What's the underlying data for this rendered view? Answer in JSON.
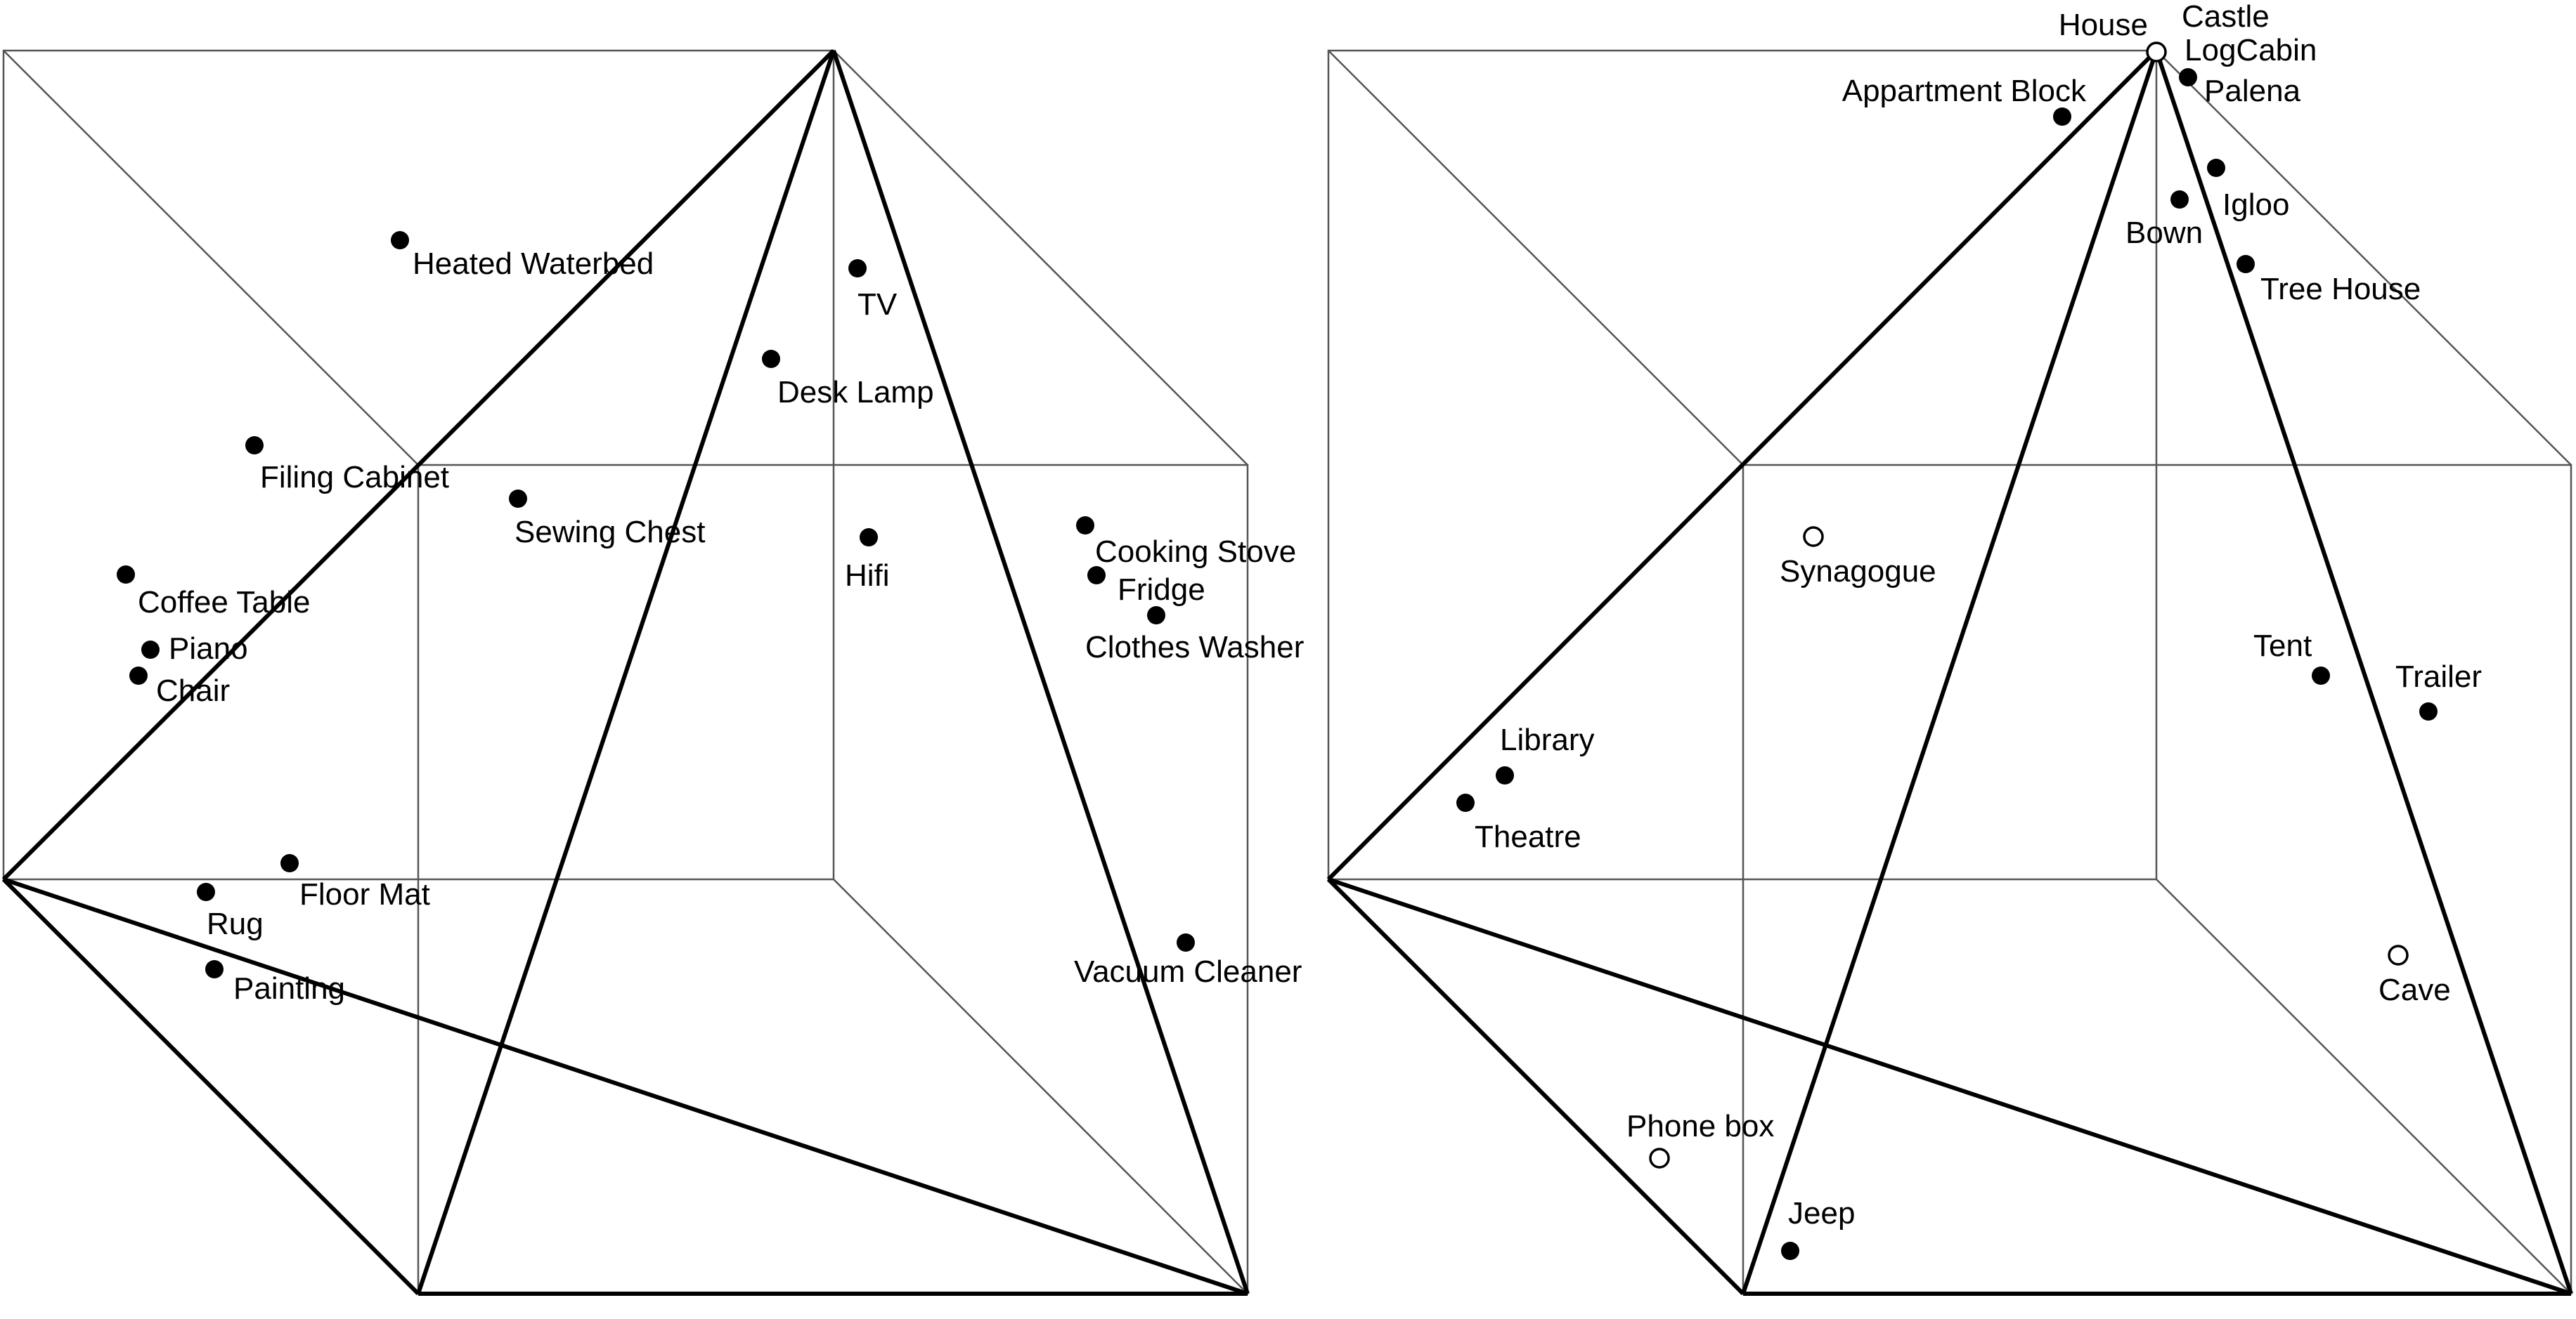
{
  "panels": [
    {
      "id": "left",
      "points": [
        {
          "label": "Heated Waterbed",
          "marker": "filled"
        },
        {
          "label": "TV",
          "marker": "filled"
        },
        {
          "label": "Desk Lamp",
          "marker": "filled"
        },
        {
          "label": "Filing Cabinet",
          "marker": "filled"
        },
        {
          "label": "Sewing Chest",
          "marker": "filled"
        },
        {
          "label": "Hifi",
          "marker": "filled"
        },
        {
          "label": "Cooking Stove",
          "marker": "filled"
        },
        {
          "label": "Fridge",
          "marker": "filled"
        },
        {
          "label": "Clothes Washer",
          "marker": "filled"
        },
        {
          "label": "Coffee Table",
          "marker": "filled"
        },
        {
          "label": "Piano",
          "marker": "filled"
        },
        {
          "label": "Chair",
          "marker": "filled"
        },
        {
          "label": "Floor Mat",
          "marker": "filled"
        },
        {
          "label": "Rug",
          "marker": "filled"
        },
        {
          "label": "Painting",
          "marker": "filled"
        },
        {
          "label": "Vacuum Cleaner",
          "marker": "filled"
        }
      ]
    },
    {
      "id": "right",
      "points": [
        {
          "label": "House",
          "marker": "open"
        },
        {
          "label": "Castle",
          "marker": "none"
        },
        {
          "label": "LogCabin",
          "marker": "none"
        },
        {
          "label": "Palena",
          "marker": "filled"
        },
        {
          "label": "Appartment Block",
          "marker": "filled"
        },
        {
          "label": "Igloo",
          "marker": "filled"
        },
        {
          "label": "Bown",
          "marker": "filled"
        },
        {
          "label": "Tree House",
          "marker": "filled"
        },
        {
          "label": "Synagogue",
          "marker": "open"
        },
        {
          "label": "Tent",
          "marker": "filled"
        },
        {
          "label": "Trailer",
          "marker": "filled"
        },
        {
          "label": "Library",
          "marker": "filled"
        },
        {
          "label": "Theatre",
          "marker": "filled"
        },
        {
          "label": "Cave",
          "marker": "open"
        },
        {
          "label": "Phone box",
          "marker": "open"
        },
        {
          "label": "Jeep",
          "marker": "filled"
        }
      ]
    }
  ]
}
